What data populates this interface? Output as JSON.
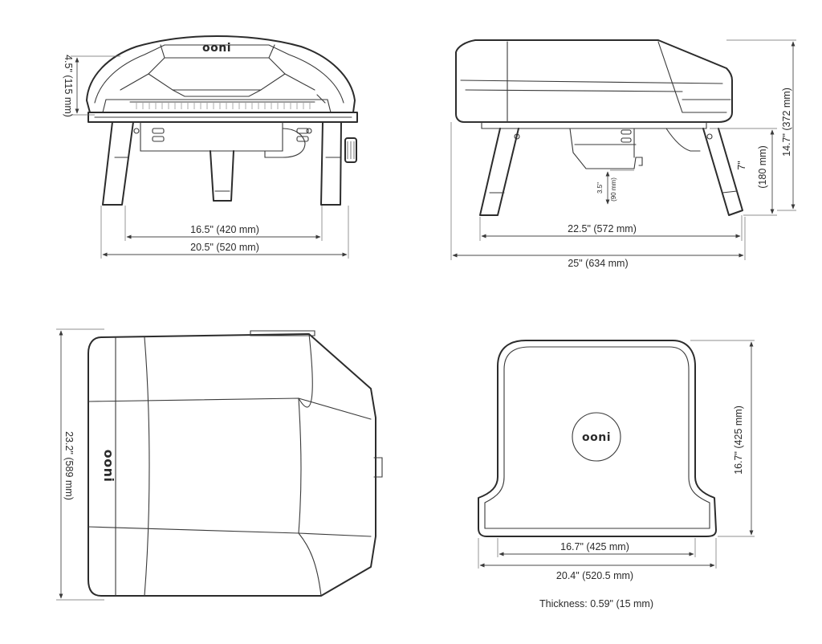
{
  "brand": "ooni",
  "views": {
    "front": {
      "dims": {
        "height_opening": "4.5\" (115 mm)",
        "inner_width": "16.5\" (420 mm)",
        "outer_width": "20.5\" (520 mm)"
      }
    },
    "side": {
      "dims": {
        "leg_span": "22.5\" (572 mm)",
        "total_depth": "25\" (634 mm)",
        "leg_height_in": "7\"",
        "leg_height_mm": "(180 mm)",
        "total_height": "14.7\" (372 mm)",
        "burner_drop_in": "3.5\"",
        "burner_drop_mm": "(90 mm)"
      }
    },
    "top": {
      "dims": {
        "length": "23.2\" (589 mm)"
      }
    },
    "stone": {
      "dims": {
        "inner_width": "16.7\" (425 mm)",
        "outer_width": "20.4\" (520.5 mm)",
        "depth": "16.7\" (425 mm)"
      },
      "thickness": "Thickness: 0.59\" (15 mm)"
    }
  }
}
